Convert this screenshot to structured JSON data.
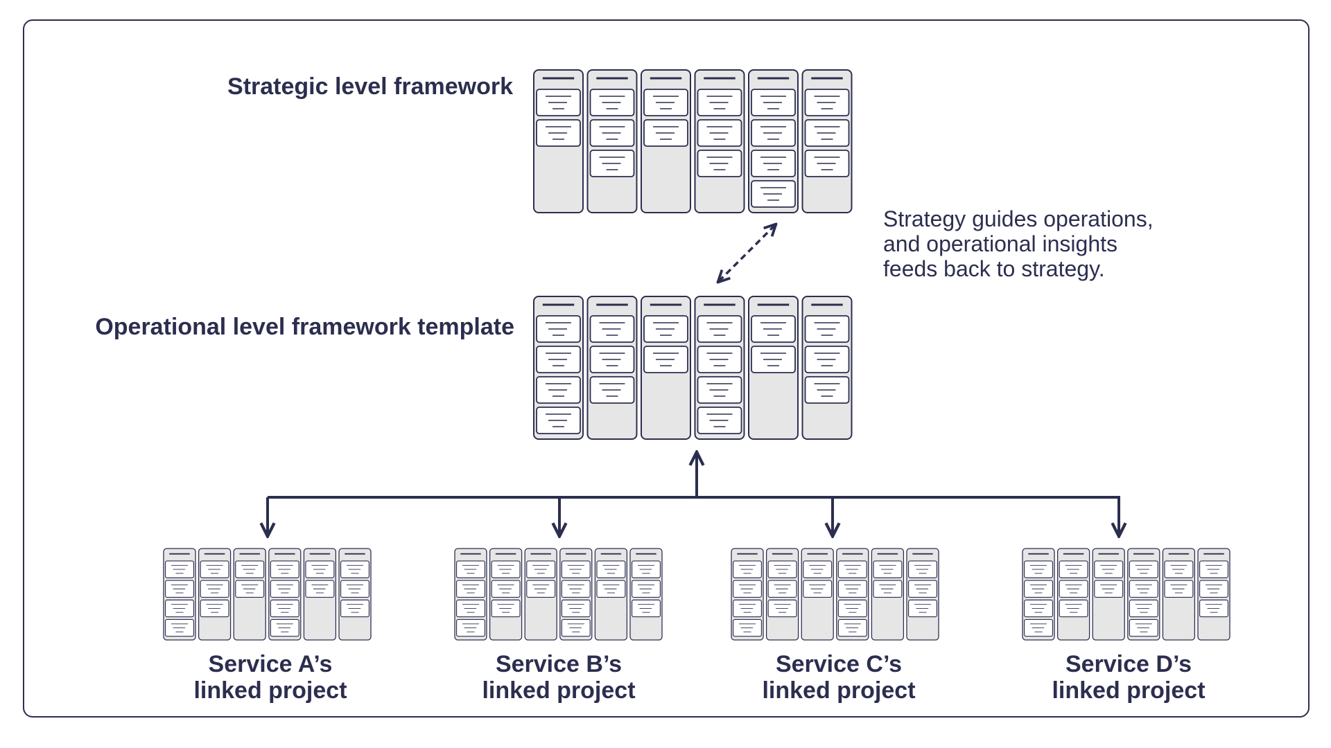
{
  "strategic": {
    "label": "Strategic level framework",
    "cards_per_column": [
      2,
      3,
      2,
      3,
      4,
      3
    ]
  },
  "operational": {
    "label": "Operational level framework template",
    "cards_per_column": [
      4,
      3,
      2,
      4,
      2,
      3
    ]
  },
  "feedback_note": {
    "lines": [
      "Strategy guides operations,",
      "and operational insights",
      "feeds back to strategy."
    ]
  },
  "services": [
    {
      "line1": "Service A’s",
      "line2": "linked project",
      "cards_per_column": [
        4,
        3,
        2,
        4,
        2,
        3
      ]
    },
    {
      "line1": "Service B’s",
      "line2": "linked project",
      "cards_per_column": [
        4,
        3,
        2,
        4,
        2,
        3
      ]
    },
    {
      "line1": "Service C’s",
      "line2": "linked project",
      "cards_per_column": [
        4,
        3,
        2,
        4,
        2,
        3
      ]
    },
    {
      "line1": "Service D’s",
      "line2": "linked project",
      "cards_per_column": [
        4,
        3,
        2,
        4,
        2,
        3
      ]
    }
  ],
  "colors": {
    "ink": "#2c2e4f",
    "column_fill": "#e6e6e6",
    "card_fill": "#ffffff",
    "background": "#ffffff"
  }
}
